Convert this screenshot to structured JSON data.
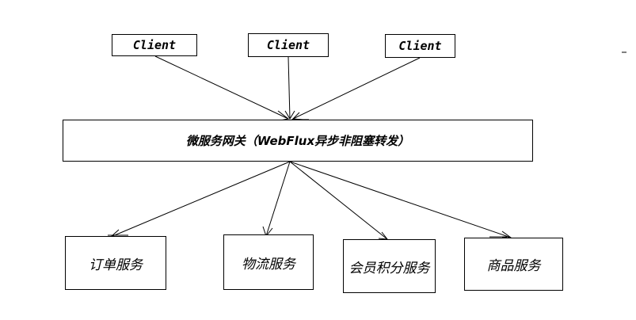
{
  "clients": [
    {
      "id": "client-1",
      "label": "Client"
    },
    {
      "id": "client-2",
      "label": "Client"
    },
    {
      "id": "client-3",
      "label": "Client"
    }
  ],
  "gateway": {
    "label": "微服务网关（WebFlux异步非阻塞转发）"
  },
  "services": [
    {
      "id": "order-service",
      "label": "订单服务"
    },
    {
      "id": "logistics-service",
      "label": "物流服务"
    },
    {
      "id": "points-service",
      "label": "会员积分服务"
    },
    {
      "id": "product-service",
      "label": "商品服务"
    }
  ],
  "colors": {
    "stroke": "#000000",
    "background": "#ffffff"
  }
}
